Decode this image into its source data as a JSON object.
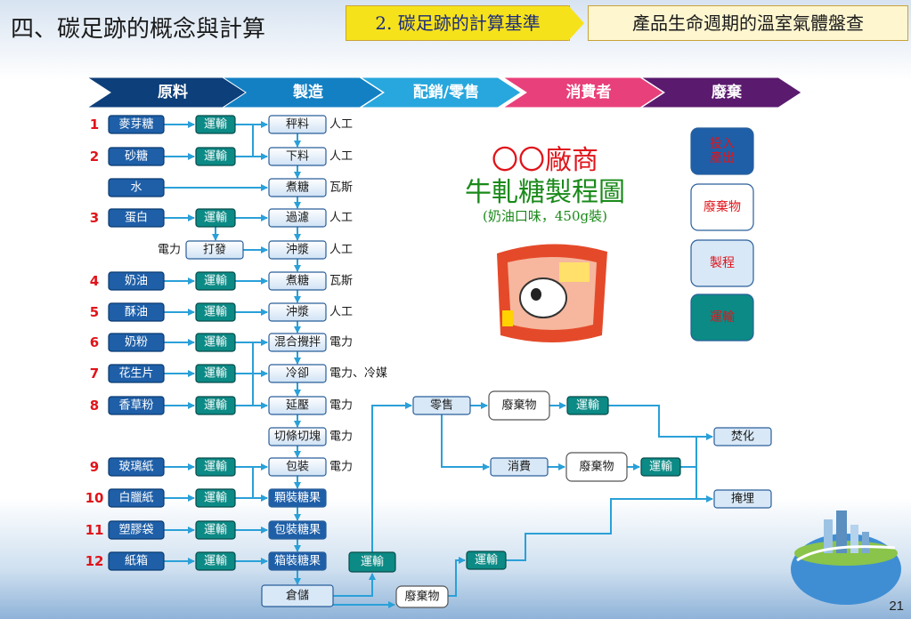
{
  "header": {
    "title": "四、碳足跡的概念與計算",
    "tab_active": "2. 碳足跡的計算基準",
    "tab_other": "產品生命週期的溫室氣體盤查"
  },
  "stages": [
    "原料",
    "製造",
    "配銷/零售",
    "消費者",
    "廢棄"
  ],
  "stage_colors": [
    "#0d3f7a",
    "#1380c4",
    "#27a7dd",
    "#e8407a",
    "#5a1a6e"
  ],
  "materials": [
    {
      "num": "1",
      "name": "麥芽糖"
    },
    {
      "num": "2",
      "name": "砂糖"
    },
    {
      "num": "",
      "name": "水"
    },
    {
      "num": "3",
      "name": "蛋白"
    },
    {
      "num": "4",
      "name": "奶油"
    },
    {
      "num": "5",
      "name": "酥油"
    },
    {
      "num": "6",
      "name": "奶粉"
    },
    {
      "num": "7",
      "name": "花生片"
    },
    {
      "num": "8",
      "name": "香草粉"
    },
    {
      "num": "9",
      "name": "玻璃紙"
    },
    {
      "num": "10",
      "name": "白臘紙"
    },
    {
      "num": "11",
      "name": "塑膠袋"
    },
    {
      "num": "12",
      "name": "紙箱"
    }
  ],
  "transport_label": "運輸",
  "process_steps": [
    {
      "name": "秤料",
      "energy": "人工"
    },
    {
      "name": "下料",
      "energy": "人工"
    },
    {
      "name": "煮糖",
      "energy": "瓦斯"
    },
    {
      "name": "過濾",
      "energy": "人工"
    },
    {
      "name": "沖漿",
      "energy": "人工"
    },
    {
      "name": "煮糖",
      "energy": "瓦斯"
    },
    {
      "name": "沖漿",
      "energy": "人工"
    },
    {
      "name": "混合攪拌",
      "energy": "電力"
    },
    {
      "name": "冷卻",
      "energy": "電力、冷媒"
    },
    {
      "name": "延壓",
      "energy": "電力"
    },
    {
      "name": "切條切塊",
      "energy": "電力"
    },
    {
      "name": "包裝",
      "energy": "電力"
    },
    {
      "name": "顆裝糖果",
      "energy": ""
    },
    {
      "name": "包裝糖果",
      "energy": ""
    },
    {
      "name": "箱裝糖果",
      "energy": ""
    }
  ],
  "whip": {
    "name": "打發",
    "energy": "電力"
  },
  "storage": "倉儲",
  "downstream": {
    "retail": "零售",
    "consume": "消費",
    "waste": "廢棄物",
    "transport": "運輸",
    "incinerate": "焚化",
    "landfill": "掩埋"
  },
  "chart_title": {
    "company": "〇〇廠商",
    "name": "牛軋糖製程圖",
    "sub": "(奶油口味，450g裝)"
  },
  "legend": {
    "input": "投入\n產出",
    "waste": "廢棄物",
    "process": "製程",
    "transport": "運輸"
  },
  "page_number": "21",
  "colors": {
    "material": "#1e5fa8",
    "transport": "#0c8a85",
    "process": "#d8e8f7",
    "arrow": "#2aa0d8",
    "number": "#e0141a",
    "company": "#e0141a",
    "name": "#1a8a1a"
  }
}
